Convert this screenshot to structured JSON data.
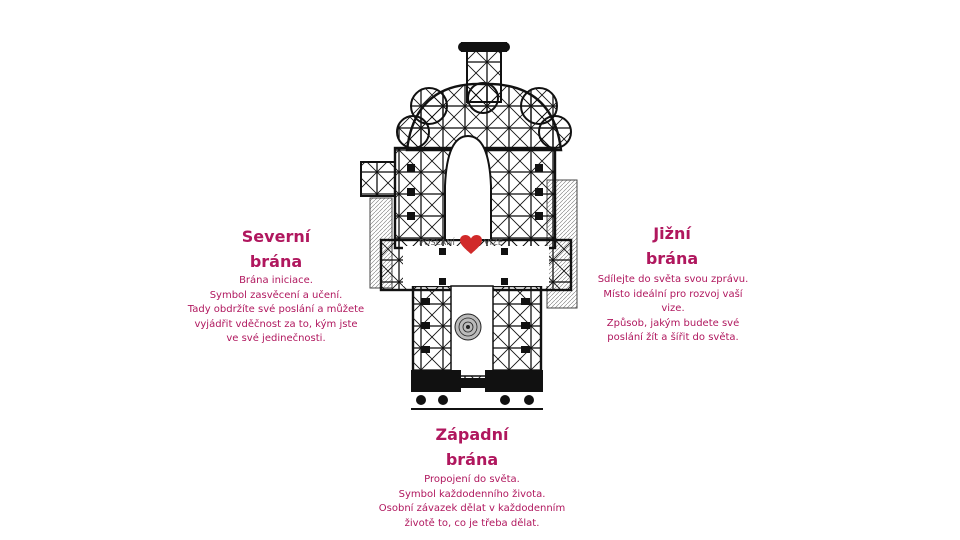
{
  "center": {
    "left_label": "POSLÁNÍ",
    "right_label": "VIZE",
    "heart_color": "#d12a2a"
  },
  "north_gate": {
    "title_line1": "Severní",
    "title_line2": "brána",
    "lines": [
      "Brána iniciace.",
      "Symbol zasvěcení a učení.",
      "Tady obdržíte své poslání a můžete",
      "vyjádřit vděčnost za to, kým jste",
      "ve své jedinečnosti."
    ]
  },
  "south_gate": {
    "title_line1": "Jižní",
    "title_line2": "brána",
    "lines": [
      "Sdílejte do světa svou zprávu.",
      "Místo ideální pro rozvoj vaší",
      "vize.",
      "Způsob, jakým budete své",
      "poslání žít a šířit do světa."
    ]
  },
  "west_gate": {
    "title_line1": "Západní",
    "title_line2": "brána",
    "lines": [
      "Propojení do světa.",
      "Symbol každodenního života.",
      "Osobní závazek dělat v každodenním",
      "životě to, co je třeba dělat."
    ]
  },
  "colors": {
    "accent": "#b0175e",
    "ink": "#111111"
  }
}
